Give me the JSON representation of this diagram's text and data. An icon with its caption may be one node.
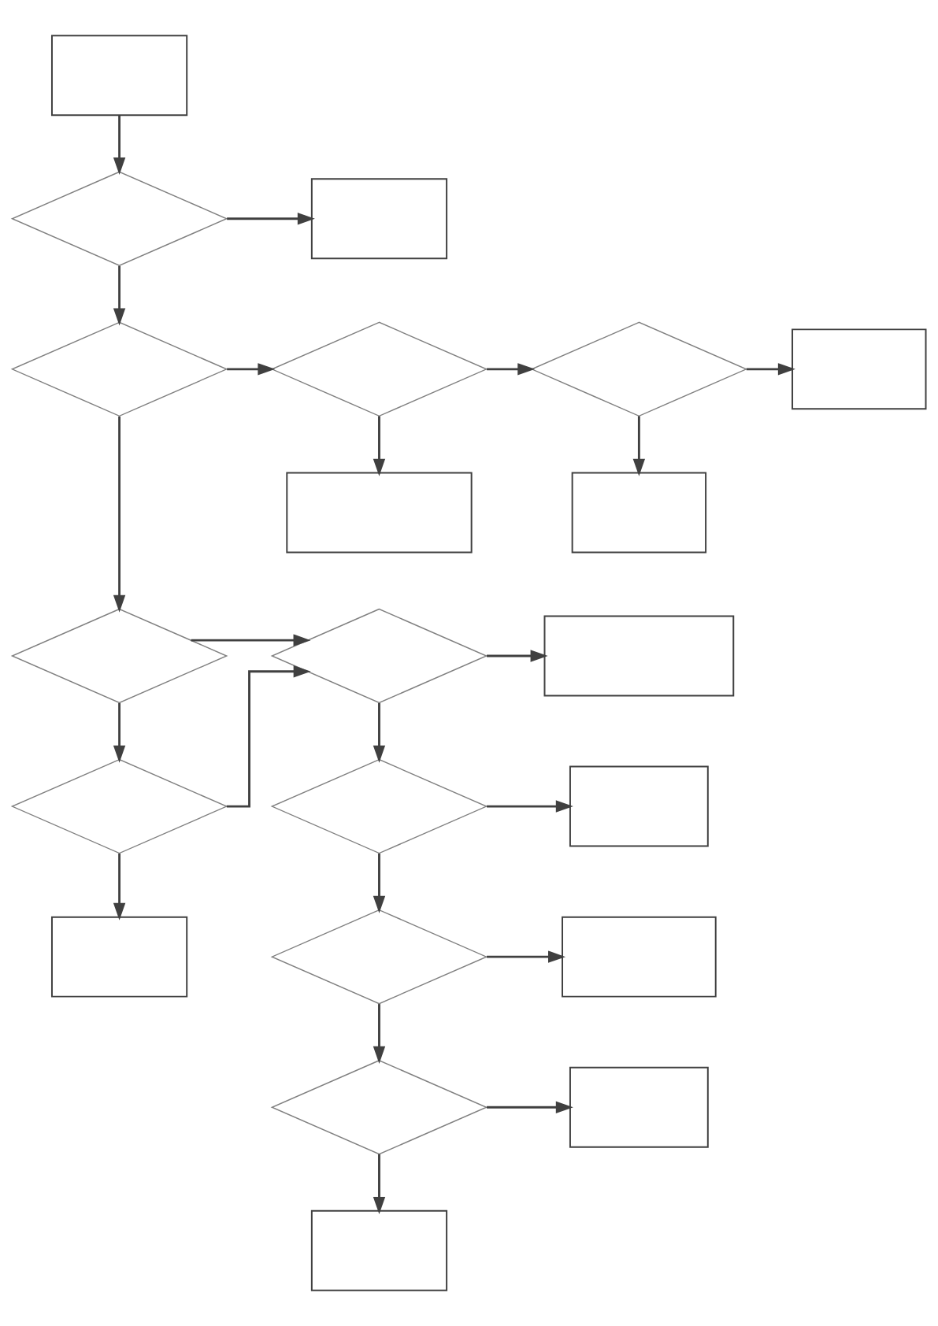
{
  "diagram": {
    "nodes": [
      {
        "text": [],
        "shape": "box"
      },
      {
        "text": [],
        "shape": "diamond"
      },
      {
        "text": [],
        "shape": "box"
      },
      {
        "text": [],
        "shape": "diamond"
      },
      {
        "text": [],
        "shape": "diamond"
      },
      {
        "text": [],
        "shape": "diamond"
      },
      {
        "text": [],
        "shape": "box"
      },
      {
        "text": [],
        "shape": "box"
      },
      {
        "text": [],
        "shape": "box"
      },
      {
        "text": [],
        "shape": "diamond"
      },
      {
        "text": [],
        "shape": "diamond"
      },
      {
        "text": [],
        "shape": "box"
      },
      {
        "text": [],
        "shape": "diamond"
      },
      {
        "text": [],
        "shape": "diamond"
      },
      {
        "text": [],
        "shape": "box"
      },
      {
        "text": [],
        "shape": "diamond"
      },
      {
        "text": [],
        "shape": "box"
      },
      {
        "text": [],
        "shape": "box"
      },
      {
        "text": [],
        "shape": "diamond"
      },
      {
        "text": [],
        "shape": "box"
      },
      {
        "text": [],
        "shape": "box"
      }
    ],
    "edges": [
      {
        "from": 0,
        "to": 1,
        "arrow": "to"
      },
      {
        "from": 1,
        "to": 2,
        "arrow": "to"
      },
      {
        "from": 1,
        "to": 3,
        "arrow": "to"
      },
      {
        "from": 3,
        "to": 4,
        "arrow": "to"
      },
      {
        "from": 4,
        "to": 5,
        "arrow": "to"
      },
      {
        "from": 5,
        "to": 6,
        "arrow": "to"
      },
      {
        "from": 4,
        "to": 7,
        "arrow": "to"
      },
      {
        "from": 5,
        "to": 8,
        "arrow": "to"
      },
      {
        "from": 3,
        "to": 9,
        "arrow": "to"
      },
      {
        "from": 9,
        "to": 10,
        "arrow": "to"
      },
      {
        "from": 10,
        "to": 11,
        "arrow": "to"
      },
      {
        "from": 9,
        "to": 12,
        "arrow": "to"
      },
      {
        "from": 10,
        "to": 13,
        "arrow": "to"
      },
      {
        "from": 13,
        "to": 14,
        "arrow": "to"
      },
      {
        "from": 12,
        "to": 10,
        "arrow": "to"
      },
      {
        "from": 12,
        "to": 17,
        "arrow": "to"
      },
      {
        "from": 13,
        "to": 15,
        "arrow": "to"
      },
      {
        "from": 15,
        "to": 16,
        "arrow": "to"
      },
      {
        "from": 15,
        "to": 18,
        "arrow": "to"
      },
      {
        "from": 18,
        "to": 19,
        "arrow": "to"
      },
      {
        "from": 18,
        "to": 20,
        "arrow": "to"
      }
    ]
  }
}
